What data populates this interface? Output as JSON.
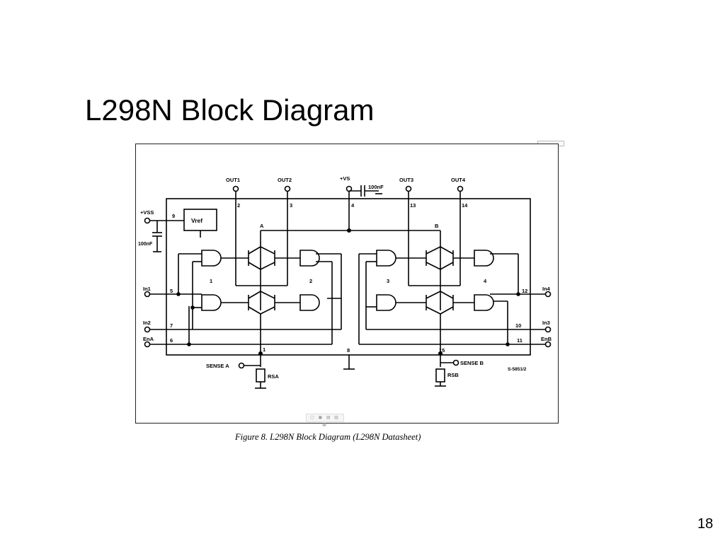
{
  "slide": {
    "title": "L298N Block Diagram",
    "page_number": "18"
  },
  "figure": {
    "caption": "Figure 8. L298N Block Diagram (L298N Datasheet)"
  },
  "diagram": {
    "top_labels": {
      "out1": "OUT1",
      "out2": "OUT2",
      "vs": "+VS",
      "cap_top": "100nF",
      "out3": "OUT3",
      "out4": "OUT4"
    },
    "pins": {
      "p2": "2",
      "p3": "3",
      "p4": "4",
      "p13": "13",
      "p14": "14",
      "p9": "9",
      "p5": "5",
      "p7": "7",
      "p6": "6",
      "p1": "1",
      "p8": "8",
      "p15": "15",
      "p12": "12",
      "p10": "10",
      "p11": "11"
    },
    "left_labels": {
      "vss": "+VSS",
      "cap_left": "100nF",
      "in1": "In1",
      "in2": "In2",
      "ena": "EnA"
    },
    "right_labels": {
      "in4": "In4",
      "in3": "In3",
      "enb": "EnB"
    },
    "bottom_labels": {
      "sense_a": "SENSE A",
      "sense_b": "SENSE B",
      "rsa": "RSA",
      "rsb": "RSB",
      "part": "S-5851/2"
    },
    "blocks": {
      "vref": "Vref",
      "node_a": "A",
      "node_b": "B",
      "g1": "1",
      "g2": "2",
      "g3": "3",
      "g4": "4"
    }
  }
}
